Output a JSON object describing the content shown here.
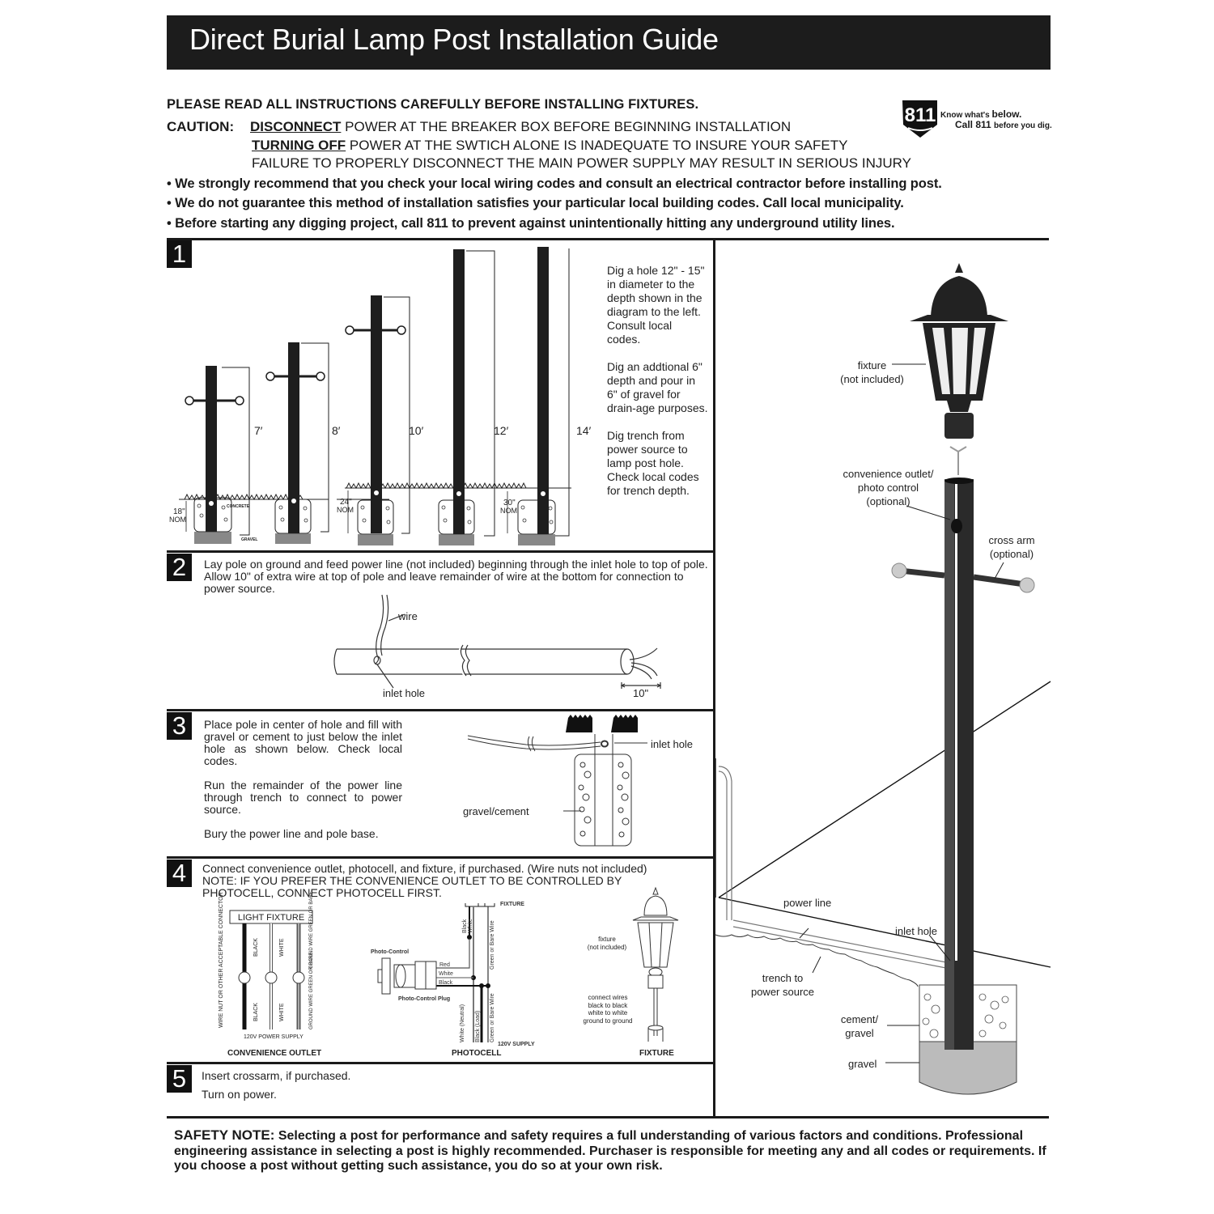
{
  "title": "Direct Burial Lamp Post Installation Guide",
  "header": {
    "read_notice": "PLEASE READ ALL INSTRUCTIONS CAREFULLY BEFORE INSTALLING FIXTURES.",
    "caution_label": "CAUTION:",
    "caution_lines": [
      {
        "emphasis": "DISCONNECT",
        "text": " POWER AT THE BREAKER BOX BEFORE BEGINNING INSTALLATION"
      },
      {
        "emphasis": "TURNING OFF",
        "text": " POWER AT THE SWTICH ALONE IS INADEQUATE TO INSURE YOUR SAFETY"
      },
      {
        "emphasis": "",
        "text": "FAILURE TO PROPERLY DISCONNECT THE MAIN POWER SUPPLY MAY RESULT IN SERIOUS INJURY"
      }
    ],
    "bullets": [
      "• We strongly recommend that you check your local wiring codes and consult an electrical contractor before installing post.",
      "• We do not guarantee this method of installation satisfies your particular local building codes. Call local municipality.",
      "• Before starting any digging project, call 811 to prevent against unintentionally hitting any underground utility lines."
    ],
    "logo_811": {
      "number": "811",
      "line1_a": "Know what's ",
      "line1_b": "below.",
      "line2_a": "Call 811 ",
      "line2_b": "before you dig."
    }
  },
  "steps": [
    {
      "number": "1",
      "paragraphs": [
        "Dig a hole 12\" - 15\" in diameter to the depth shown in the diagram to the left. Consult local codes.",
        "Dig an addtional 6\" depth and pour in 6\" of gravel for drain-age purposes.",
        "Dig trench from power source to lamp post hole. Check local codes for trench depth."
      ],
      "diagram": {
        "heights": [
          "7′",
          "8′",
          "10′",
          "12′",
          "14′"
        ],
        "depth_labels": [
          {
            "value": "18\"",
            "unit": "NOM"
          },
          {
            "value": "24\"",
            "unit": "NOM"
          },
          {
            "value": "30\"",
            "unit": "NOM"
          }
        ],
        "concrete_label": "CONCRETE",
        "gravel_label": "GRAVEL"
      }
    },
    {
      "number": "2",
      "text": "Lay pole on ground and feed power line (not included) beginning through the inlet hole to top of pole. Allow 10\" of extra wire at top of pole and leave remainder of wire at the bottom for connection to power source.",
      "labels": {
        "wire": "wire",
        "inlet_hole": "inlet hole",
        "extra": "10\""
      }
    },
    {
      "number": "3",
      "paragraphs": [
        "Place pole in center of hole and fill with gravel or cement to just below the inlet hole as shown below. Check local codes.",
        "Run the remainder of the power line through trench to connect to power source.",
        "Bury the power line and pole base."
      ],
      "labels": {
        "inlet_hole": "inlet hole",
        "gravel_cement": "gravel/cement"
      }
    },
    {
      "number": "4",
      "text_lines": [
        "Connect convenience outlet, photocell, and fixture, if purchased. (Wire nuts not included)",
        "NOTE: IF YOU PREFER THE CONVENIENCE OUTLET TO BE CONTROLLED BY",
        "PHOTOCELL, CONNECT PHOTOCELL FIRST."
      ],
      "outlet": {
        "box": "LIGHT FIXTURE",
        "connector": "WIRE NUT OR OTHER ACCEPTABLE CONNECTOR",
        "top": [
          "BLACK",
          "WHITE",
          "GROUND WIRE GREEN OR BARE"
        ],
        "bottom": [
          "BLACK",
          "WHITE",
          "GROUND WIRE GREEN OR BARE"
        ],
        "supply": "120V POWER SUPPLY",
        "caption": "CONVENIENCE OUTLET"
      },
      "photocell": {
        "fixture": "FIXTURE",
        "photo_control": "Photo-Control",
        "plug": "Photo-Control Plug",
        "wires_top": [
          "Black",
          "White",
          "Green or Bare Wire"
        ],
        "leads": [
          "Red",
          "White",
          "Black"
        ],
        "wires_bottom": [
          "White (Neutral)",
          "Black (Load)",
          "Green or Bare Wire"
        ],
        "supply": "120V SUPPLY",
        "caption": "PHOTOCELL"
      },
      "fixture": {
        "label": "fixture\n(not included)",
        "connect": [
          "connect wires",
          "black to black",
          "white to white",
          "ground to ground"
        ],
        "caption": "FIXTURE"
      }
    },
    {
      "number": "5",
      "lines": [
        "Insert crossarm, if purchased.",
        "Turn on power."
      ]
    }
  ],
  "overview_labels": {
    "fixture": "fixture",
    "fixture_sub": "(not included)",
    "outlet": [
      "convenience outlet/",
      "photo control",
      "(optional)"
    ],
    "crossarm": [
      "cross arm",
      "(optional)"
    ],
    "power_line": "power line",
    "inlet_hole": "inlet hole",
    "trench": [
      "trench to",
      "power source"
    ],
    "cement": [
      "cement/",
      "gravel"
    ],
    "gravel": "gravel"
  },
  "safety_note": {
    "label": "SAFETY NOTE:",
    "text": " Selecting a post for performance and safety requires a full understanding of various factors and conditions. Professional engineering assistance in selecting a post is highly recommended. Purchaser is responsible for meeting any and all codes or requirements. If you choose a post without getting such assistance, you do so at your own risk."
  },
  "colors": {
    "title_bar": "#1c1c1c",
    "pole": "#1e1e1e",
    "text": "#1a1a1a"
  }
}
